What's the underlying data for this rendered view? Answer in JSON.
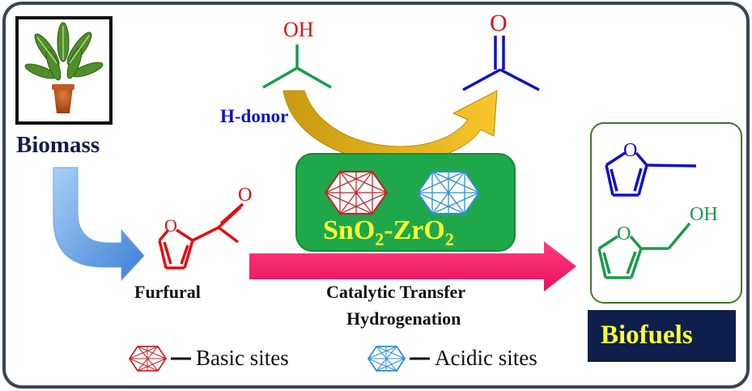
{
  "labels": {
    "biomass": "Biomass",
    "h_donor": "H-donor",
    "furfural": "Furfural",
    "catalyst_main": "SnO",
    "catalyst_sub1": "2",
    "catalyst_mid": "-ZrO",
    "catalyst_sub2": "2",
    "process_line1": "Catalytic Transfer",
    "process_line2": "Hydrogenation",
    "biofuels": "Biofuels",
    "legend_basic": "Basic sites",
    "legend_acidic": "Acidic sites"
  },
  "atoms": {
    "oh_isopropanol": "OH",
    "o_acetone": "O",
    "o_furfural_ring": "O",
    "o_furfural_aldehyde": "O",
    "o_methylfuran_ring": "O",
    "o_furfuryl_ring": "O",
    "oh_furfuryl": "OH"
  },
  "colors": {
    "frame_border": "#3a4556",
    "catalyst_box": "#1fa84a",
    "catalyst_text": "#ffff33",
    "basic_site": "#c0282d",
    "acidic_site": "#2f8fce",
    "pink_arrow": "#ff1a6b",
    "blue_arrow": "#4a90e2",
    "gold_arrow": "#d9a400",
    "green_molecule": "#1a9b4a",
    "blue_molecule": "#1010cc",
    "red_molecule": "#e01010",
    "biofuels_box": "#0d1f4a",
    "biofuels_text": "#ffff33"
  }
}
